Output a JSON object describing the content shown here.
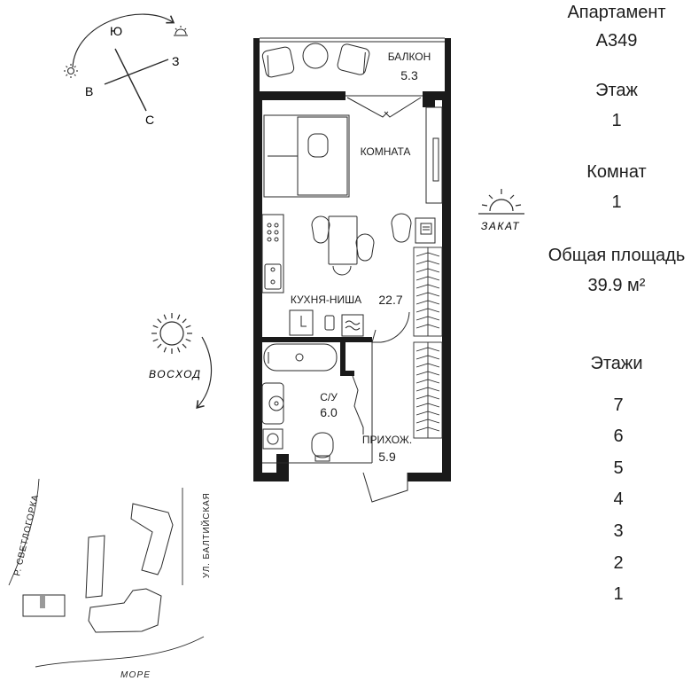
{
  "apartment": {
    "label": "Апартамент",
    "number": "А349",
    "floor_label": "Этаж",
    "floor_value": "1",
    "rooms_label": "Комнат",
    "rooms_value": "1",
    "area_label": "Общая площадь",
    "area_value": "39.9 м²"
  },
  "floors": {
    "title": "Этажи",
    "items": [
      "7",
      "6",
      "5",
      "4",
      "3",
      "2",
      "1"
    ],
    "current": "1"
  },
  "compass": {
    "north": "С",
    "south": "Ю",
    "east": "В",
    "west": "З"
  },
  "sun": {
    "sunrise": "ВОСХОД",
    "sunset": "ЗАКАТ"
  },
  "rooms": {
    "balcony_name": "БАЛКОН",
    "balcony_area": "5.3",
    "living_name": "КОМНАТА",
    "kitchen_name": "КУХНЯ-НИША",
    "living_area": "22.7",
    "bath_name": "С/У",
    "bath_area": "6.0",
    "hall_name": "ПРИХОЖ.",
    "hall_area": "5.9"
  },
  "site": {
    "river_label": "Р. СВЕТЛОГОРКА",
    "street_label": "УЛ. БАЛТИЙСКАЯ",
    "sea_label": "МОРЕ"
  }
}
